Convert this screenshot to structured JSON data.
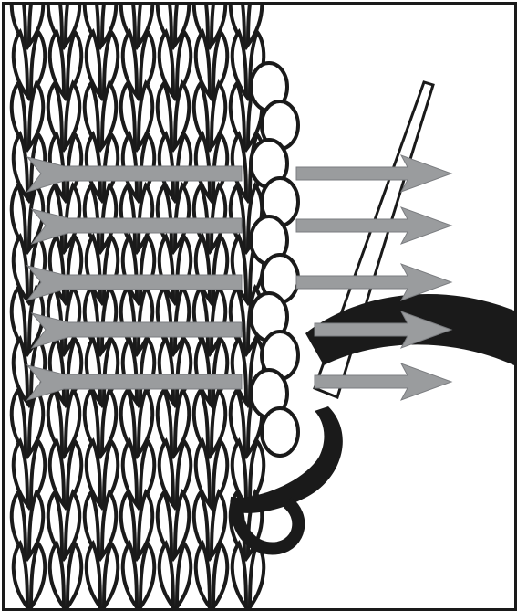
{
  "illustration": {
    "subject": "knitting-mattress-stitch-seam",
    "colors": {
      "ink": "#1a1a1a",
      "paper": "#ffffff",
      "arrow": "#9a9c9e",
      "arrow_edge": "#7b7d80"
    },
    "arrow_count": 5,
    "knit_columns": 7,
    "knit_rows": 12
  }
}
